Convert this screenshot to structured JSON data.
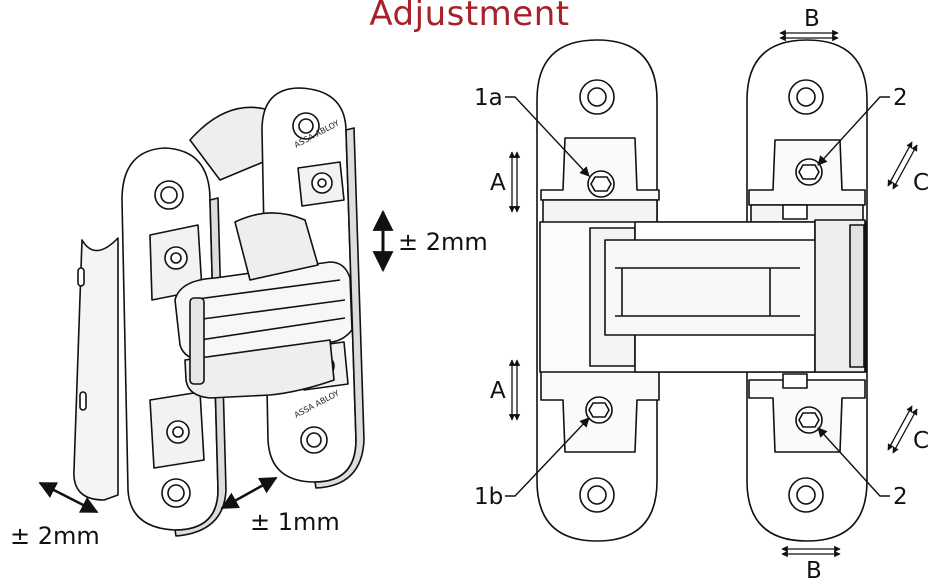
{
  "title": "Adjustment",
  "colors": {
    "title": "#a8202a",
    "line": "#111111",
    "arrow": "#111111",
    "background": "#ffffff"
  },
  "perspective": {
    "labels": {
      "vertical": "± 2mm",
      "depth": "± 2mm",
      "side": "± 1mm"
    },
    "engraving": "ASSA ABLOY"
  },
  "front_view": {
    "labels": {
      "screw_1a": "1a",
      "screw_1b": "1b",
      "screw_2_top": "2",
      "screw_2_bottom": "2",
      "dir_a_top": "A",
      "dir_a_bottom": "A",
      "dir_b_top": "B",
      "dir_b_bottom": "B",
      "dir_c_top": "C",
      "dir_c_bottom": "C"
    }
  }
}
